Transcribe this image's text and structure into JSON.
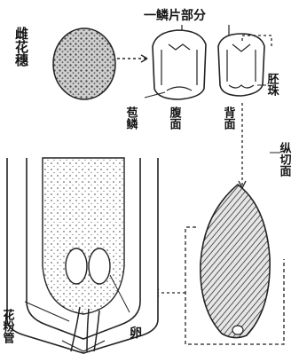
{
  "figure": {
    "labels": {
      "female_inflorescence": "雌花穗",
      "scale_section": "一鳞片部分",
      "ventral_view": "腹面",
      "dorsal_view": "背面",
      "bract": "苞鳞",
      "ovule": "胚珠",
      "longitudinal_section": "纵切面",
      "egg": "卵",
      "pollen_tube": "花粉管"
    }
  }
}
